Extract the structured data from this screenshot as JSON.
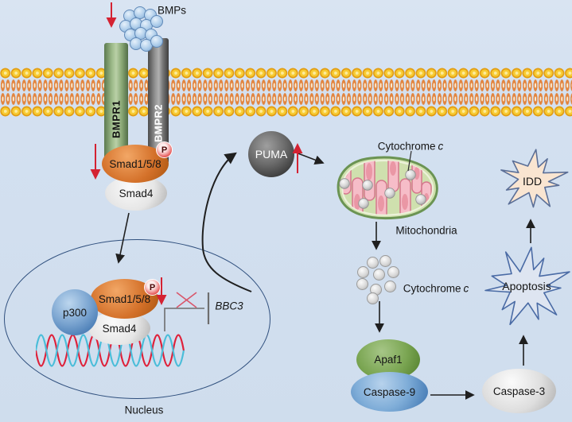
{
  "figure": {
    "type": "signaling-pathway-diagram"
  },
  "colors": {
    "background": "#d3e0f0",
    "membrane_head": "#f7cb33",
    "membrane_tail": "#e2843e",
    "bmp_ligand": "#aecdea",
    "bmpr1_green": "#9cb988",
    "bmpr2_gray": "#7a7a7a",
    "smad158_orange": "#d4712a",
    "smad4_gray": "#e6e6e6",
    "phospho_red": "#e24444",
    "puma_gray": "#3a3a3a",
    "p300_blue": "#7aa4d0",
    "apaf1_green": "#7ba653",
    "caspase9_blue": "#7fadd8",
    "caspase3_gray": "#dedede",
    "mitochondria_outline": "#6b9453",
    "mitochondria_fill": "#cfe0ae",
    "cristae_pink": "#f6bdc8",
    "apoptosis_fill": "#dee5f1",
    "idd_fill": "#f9e5d1",
    "dna_strand_red": "#df2039",
    "dna_strand_cyan": "#49bdd9",
    "arrow_black": "#1f1f1f",
    "arrow_red": "#d42232"
  },
  "ligand": {
    "label": "BMPs"
  },
  "receptors": {
    "bmpr1": "BMPR1",
    "bmpr2": "BMPR2"
  },
  "membrane_complex": {
    "smad158": "Smad1/5/8",
    "smad4": "Smad4",
    "phospho": "P"
  },
  "cytoplasm": {
    "puma": "PUMA"
  },
  "mitochondria": {
    "label": "Mitochondria",
    "cytochrome_bound": "Cytochrome",
    "cytochrome_bound_italic": "c",
    "cytochrome_released": "Cytochrome",
    "cytochrome_released_italic": "c"
  },
  "apoptosome": {
    "apaf1": "Apaf1",
    "caspase9": "Caspase-9",
    "caspase3": "Caspase-3"
  },
  "outcome": {
    "apoptosis": "Apoptosis",
    "idd": "IDD"
  },
  "nucleus": {
    "label": "Nucleus",
    "p300": "p300",
    "smad158": "Smad1/5/8",
    "smad4": "Smad4",
    "phospho": "P",
    "target_gene": "BBC3"
  }
}
